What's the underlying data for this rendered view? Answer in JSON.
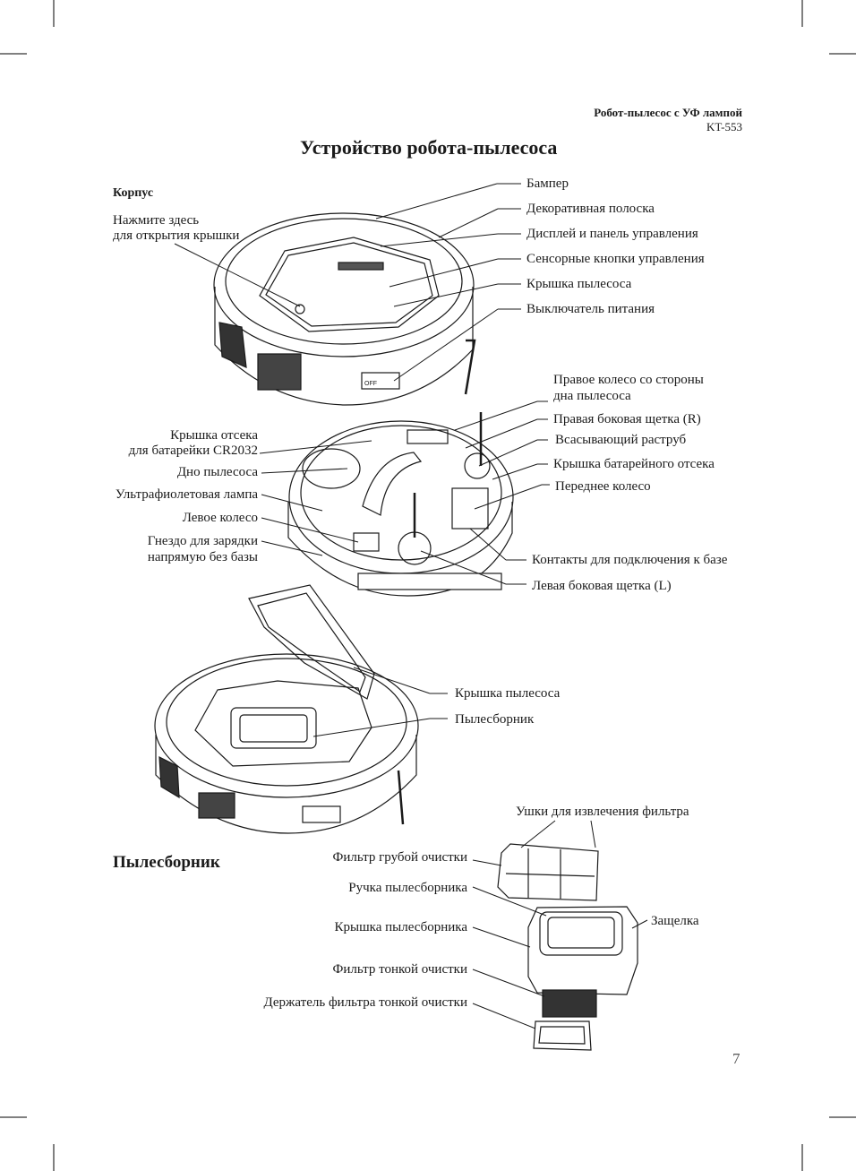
{
  "header": {
    "line1": "Робот-пылесос с УФ лампой",
    "line2": "KT-553"
  },
  "title": "Устройство робота-пылесоса",
  "section_body": "Корпус",
  "section_dust": "Пылесборник",
  "page_number": "7",
  "body_labels": {
    "press": [
      "Нажмите здесь",
      "для открытия крышки"
    ],
    "right": [
      "Бампер",
      "Декоративная полоска",
      "Дисплей и панель управления",
      "Сенсорные кнопки управления",
      "Крышка пылесоса",
      "Выключатель питания"
    ]
  },
  "bottom_labels": {
    "left": [
      [
        "Крышка отсека",
        "для батарейки CR2032"
      ],
      [
        "Дно пылесоса"
      ],
      [
        "Ультрафиолетовая лампа"
      ],
      [
        "Левое колесо"
      ],
      [
        "Гнездо для зарядки",
        "напрямую без базы"
      ]
    ],
    "right": [
      [
        "Правое колесо со стороны",
        "дна пылесоса"
      ],
      [
        "Правая боковая щетка (R)"
      ],
      [
        "Всасывающий раструб"
      ],
      [
        "Крышка батарейного отсека"
      ],
      [
        "Переднее колесо"
      ],
      [
        "Контакты для подключения к базе"
      ],
      [
        "Левая боковая щетка (L)"
      ]
    ]
  },
  "open_labels": [
    "Крышка пылесоса",
    "Пылесборник"
  ],
  "dust_labels": {
    "ears": "Ушки для извлечения фильтра",
    "left": [
      "Фильтр грубой очистки",
      "Ручка пылесборника",
      "Крышка пылесборника",
      "Фильтр тонкой очистки",
      "Держатель фильтра тонкой очистки"
    ],
    "latch": "Защелка"
  },
  "device_marks": {
    "switch": "OFF"
  }
}
